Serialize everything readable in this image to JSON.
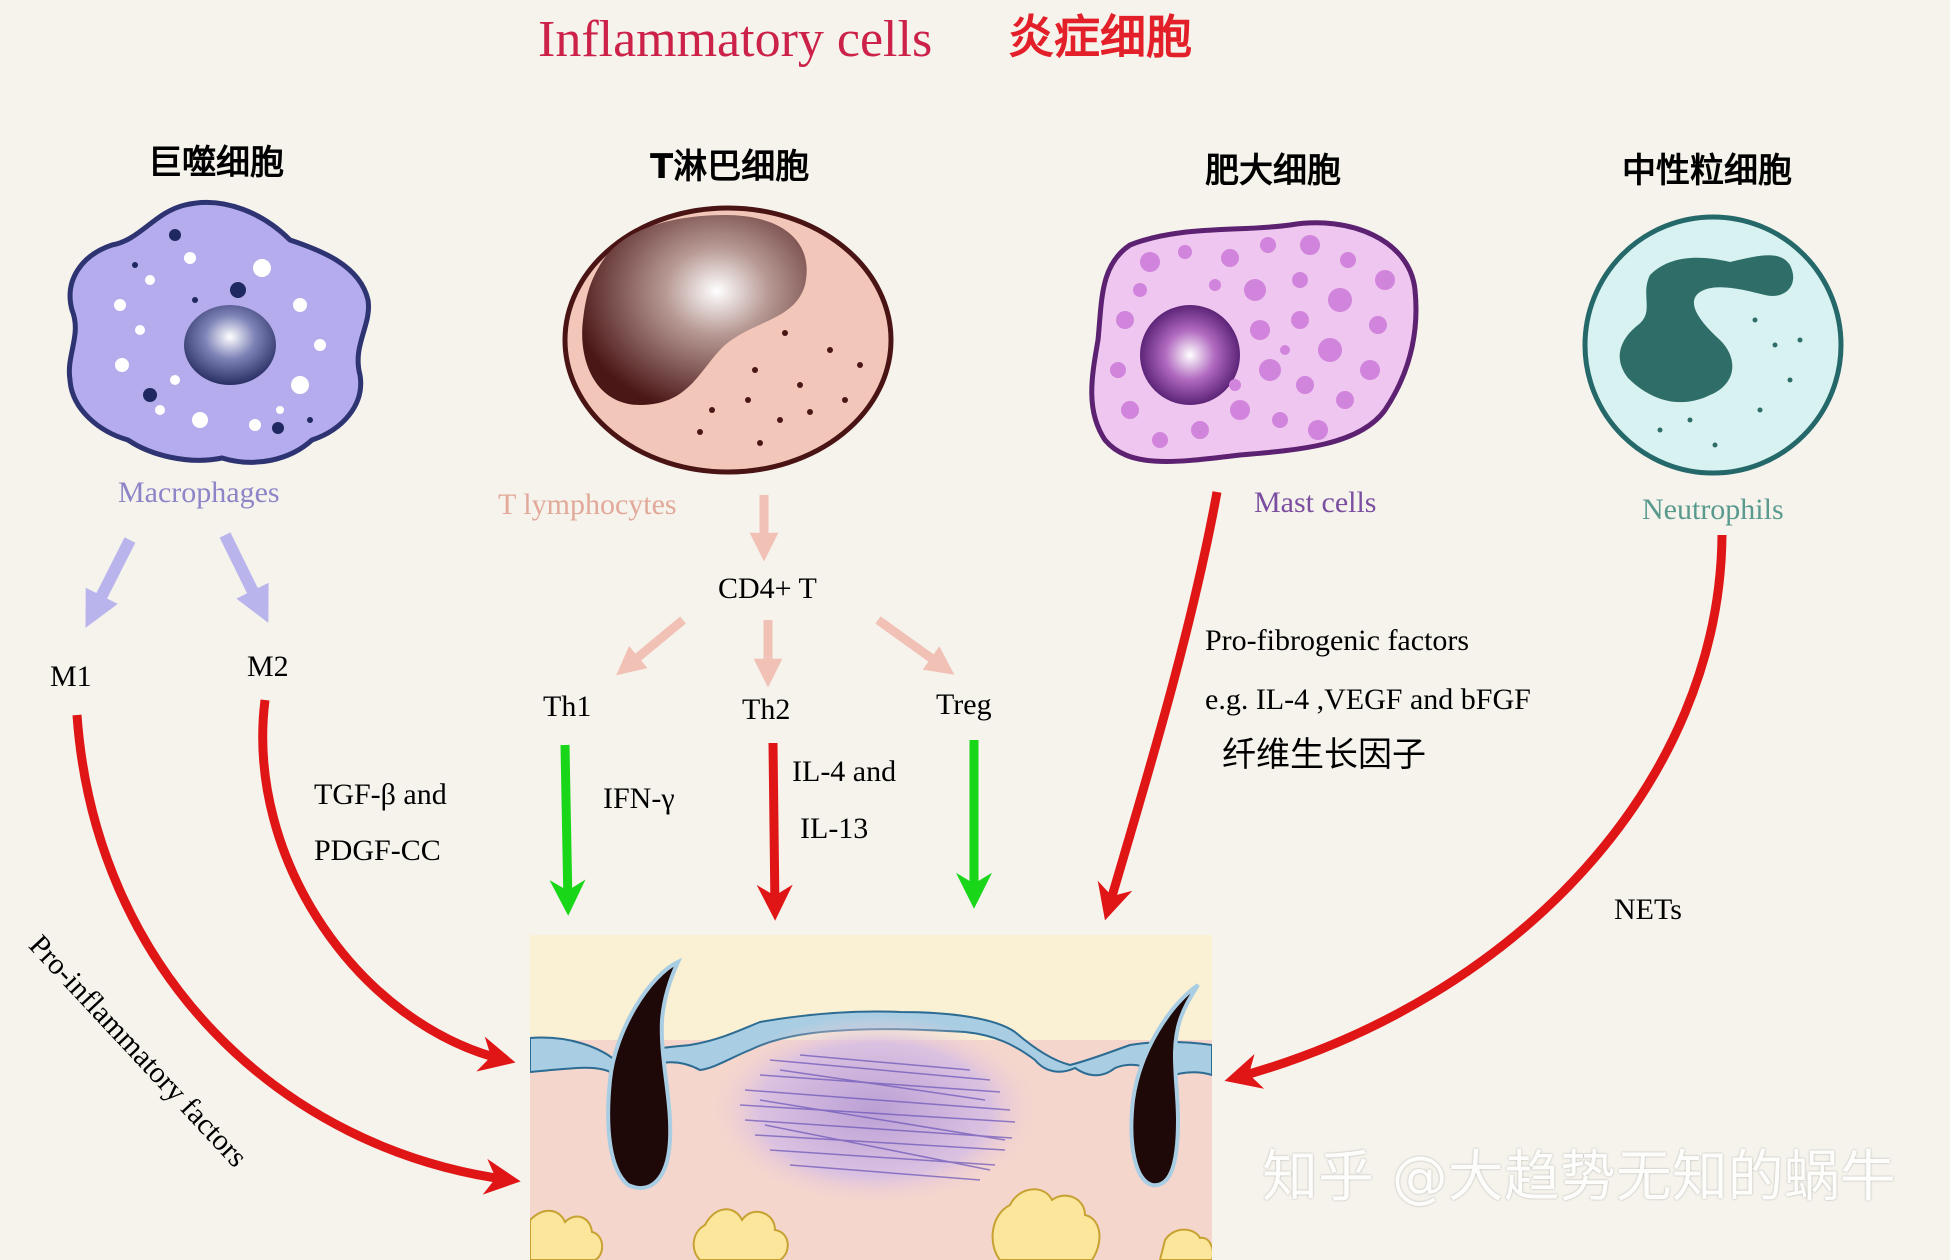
{
  "title": {
    "english": "Inflammatory cells",
    "chinese": "炎症细胞"
  },
  "colors": {
    "background": "#f5f3ec",
    "title_en": "#cc2148",
    "title_cn": "#e3202a",
    "macrophage": "#8d85c8",
    "tcell": "#e2a99a",
    "mast": "#7b4ea0",
    "neutrophil": "#5a9a8e",
    "red_arrow": "#e01616",
    "green_arrow": "#19d619",
    "watermark": "#ffffff"
  },
  "cells": {
    "macrophage": {
      "cn": "巨噬细胞",
      "en": "Macrophages"
    },
    "tcell": {
      "cn": "T淋巴细胞",
      "en": "T lymphocytes"
    },
    "mast": {
      "cn": "肥大细胞",
      "en": "Mast cells"
    },
    "neutrophil": {
      "cn": "中性粒细胞",
      "en": "Neutrophils"
    }
  },
  "labels": {
    "m1": "M1",
    "m2": "M2",
    "cd4": "CD4+ T",
    "th1": "Th1",
    "th2": "Th2",
    "treg": "Treg",
    "tgf_line1": "TGF-β and",
    "tgf_line2": "PDGF-CC",
    "ifn": "IFN-γ",
    "il4_line1": "IL-4 and",
    "il4_line2": "IL-13",
    "profib_line1": "Pro-fibrogenic factors",
    "profib_line2": "e.g. IL-4 ,VEGF and bFGF",
    "profib_cn": "纤维生长因子",
    "nets": "NETs",
    "proinflam": "Pro-inflammatory factors"
  },
  "watermark": "知乎 @大趋势无知的蜗牛"
}
